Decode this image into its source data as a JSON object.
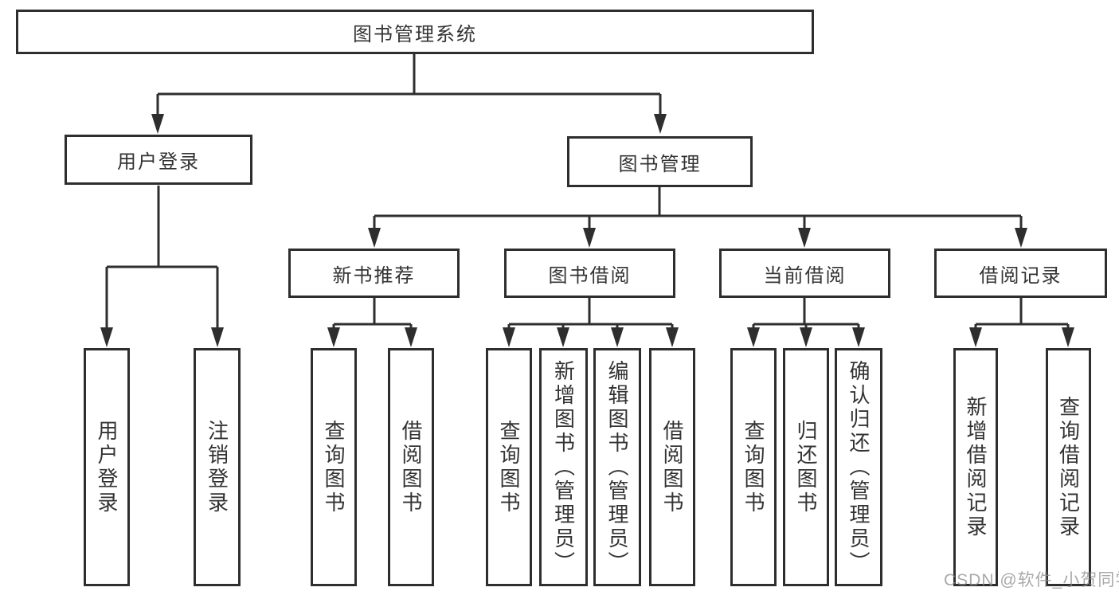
{
  "diagram": {
    "root": "图书管理系统",
    "level1": {
      "user_login": "用户登录",
      "book_mgmt": "图书管理"
    },
    "level2": {
      "new_books": "新书推荐",
      "book_borrow": "图书借阅",
      "current_borrow": "当前借阅",
      "borrow_records": "借阅记录"
    },
    "leaves": {
      "user_login": [
        "用户登录",
        "注销登录"
      ],
      "new_books": [
        "查询图书",
        "借阅图书"
      ],
      "book_borrow": [
        "查询图书",
        "新增图书（管理员）",
        "编辑图书（管理员）",
        "借阅图书"
      ],
      "current_borrow": [
        "查询图书",
        "归还图书",
        "确认归还（管理员）"
      ],
      "borrow_records": [
        "新增借阅记录",
        "查询借阅记录"
      ]
    }
  },
  "watermark": "CSDN @软件_小贺同学",
  "colors": {
    "line": "#2e2e2e",
    "text": "#333333",
    "watermark": "#8c8c8c",
    "background": "#ffffff"
  }
}
